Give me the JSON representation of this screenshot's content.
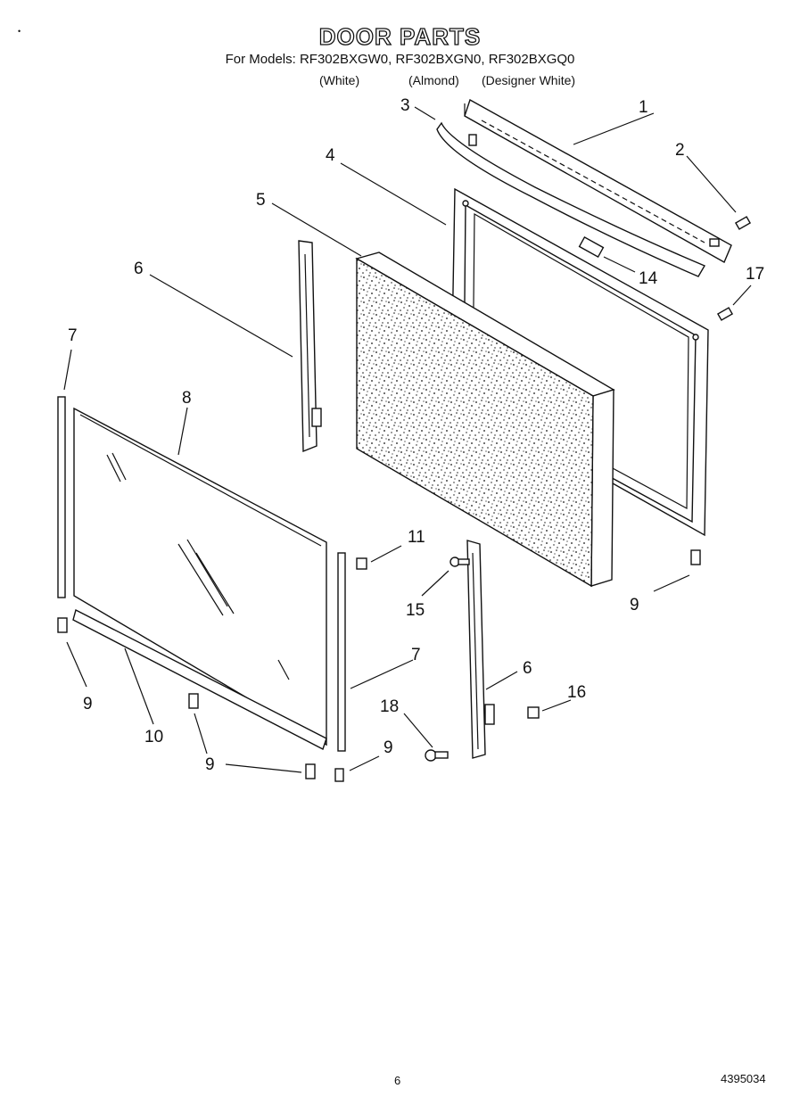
{
  "header": {
    "title": "DOOR PARTS",
    "models": "For Models: RF302BXGW0, RF302BXGN0, RF302BXGQ0",
    "variants": [
      "(White)",
      "(Almond)",
      "(Designer White)"
    ]
  },
  "callouts": {
    "c1": "1",
    "c2": "2",
    "c3": "3",
    "c4": "4",
    "c5": "5",
    "c6a": "6",
    "c6b": "6",
    "c7a": "7",
    "c7b": "7",
    "c8": "8",
    "c9a": "9",
    "c9b": "9",
    "c9c": "9",
    "c9d": "9",
    "c10": "10",
    "c11": "11",
    "c14": "14",
    "c15": "15",
    "c16": "16",
    "c17": "17",
    "c18": "18"
  },
  "footer": {
    "page_number": "6",
    "document_number": "4395034"
  },
  "colors": {
    "ink": "#111111",
    "paper": "#ffffff"
  }
}
